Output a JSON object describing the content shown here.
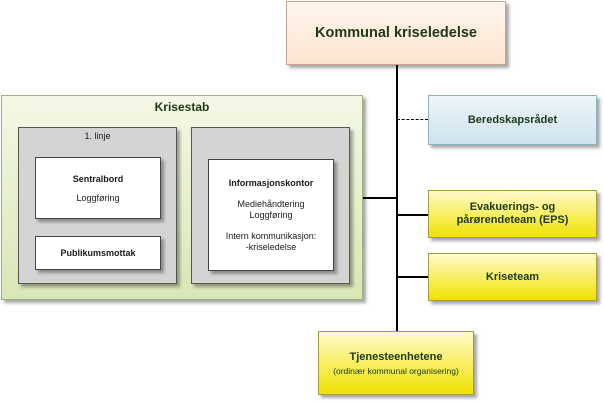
{
  "top": {
    "label": "Kommunal kriseledelse"
  },
  "krisestab": {
    "title": "Krisestab",
    "line1": {
      "title": "1. linje",
      "sentralbord": {
        "title": "Sentralbord",
        "sub": "Loggføring"
      },
      "publikumsmottak": "Publikumsmottak"
    },
    "informasjon": {
      "title": "Informasjonskontor",
      "items": [
        "Mediehåndtering",
        "Loggføring"
      ],
      "intern": [
        "Intern kommunikasjon:",
        "-kriseledelse"
      ]
    }
  },
  "beredskapsradet": "Beredskapsrådet",
  "eps": [
    "Evakuerings- og",
    "pårørendeteam (EPS)"
  ],
  "kriseteam": "Kriseteam",
  "tjeneste": {
    "title": "Tjenesteenhetene",
    "sub": "(ordinær kommunal organisering)"
  },
  "colors": {
    "top_fill": "#fde4cf",
    "krisestab_fill": "#d9e6b6",
    "panel_fill": "#d4d4d4",
    "beredskap_fill": "#cde3ec",
    "yellow_fill": "#f1e200",
    "text": "#1c3a16"
  }
}
